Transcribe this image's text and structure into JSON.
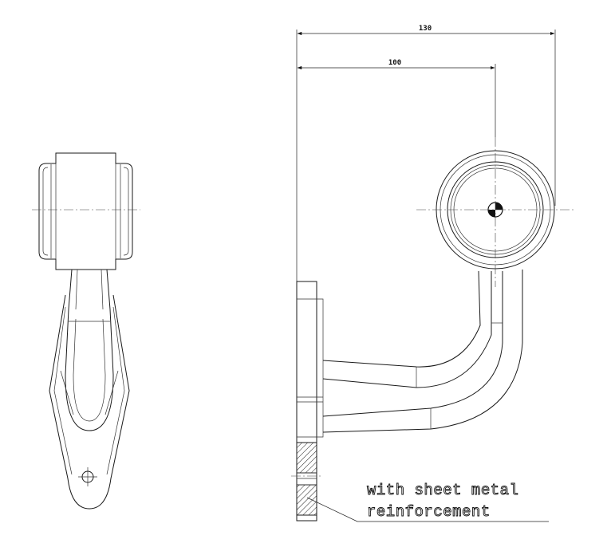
{
  "dimensions": {
    "overall": "130",
    "center": "100"
  },
  "annotation": {
    "line1": "with sheet metal",
    "line2": "reinforcement"
  }
}
